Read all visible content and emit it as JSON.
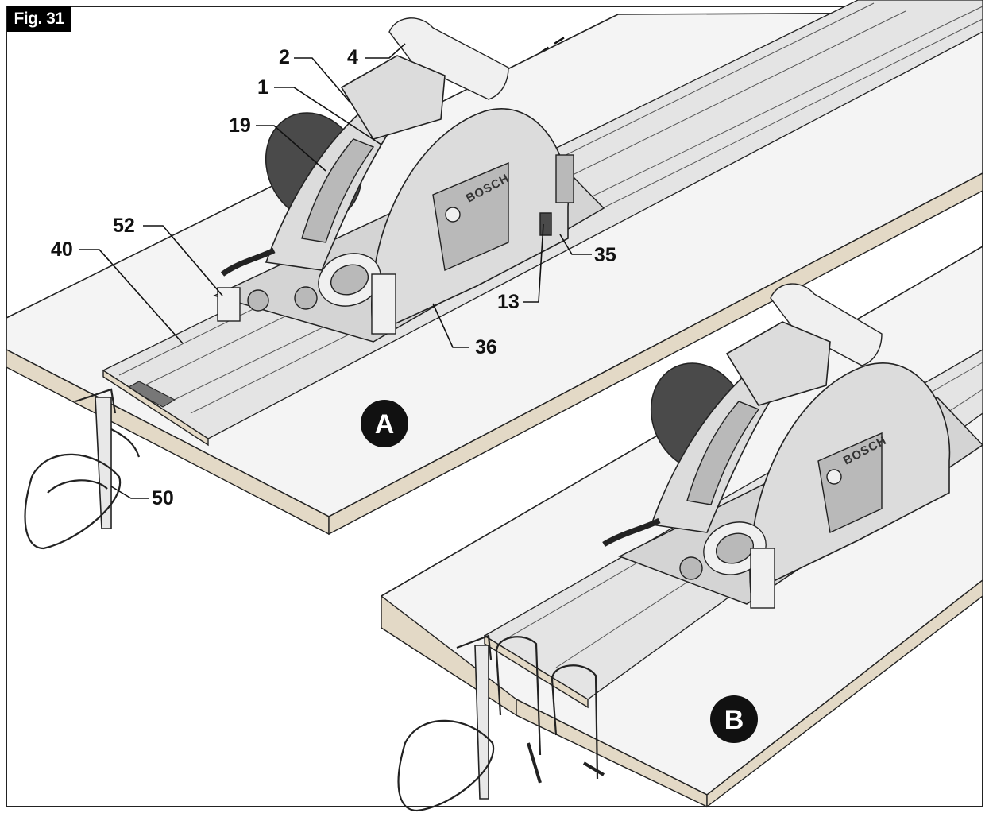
{
  "figure": {
    "label": "Fig. 31",
    "brand_text": "BOSCH",
    "callouts": [
      "1",
      "2",
      "4",
      "13",
      "19",
      "35",
      "36",
      "40",
      "50",
      "52"
    ],
    "panel_badges": [
      "A",
      "B"
    ]
  },
  "colors": {
    "ink": "#111111",
    "label_bg": "#000000",
    "label_text": "#ffffff",
    "board_edge": "#e3d9c6"
  }
}
